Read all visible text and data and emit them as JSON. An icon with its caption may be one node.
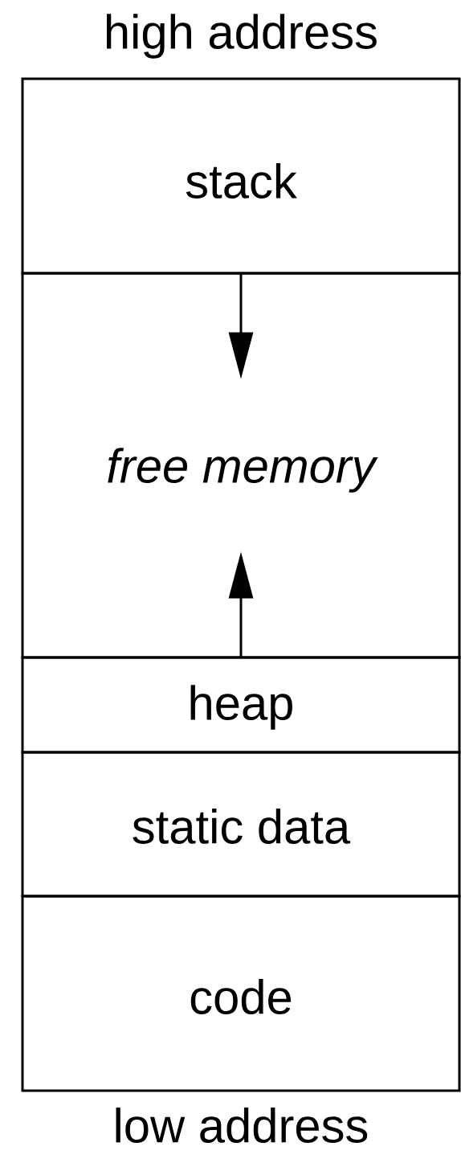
{
  "diagram": {
    "nodes": [
      {
        "text": [
          "stack"
        ]
      },
      {
        "text": [
          "free memory"
        ]
      },
      {
        "text": [
          "heap"
        ]
      },
      {
        "text": [
          "static data"
        ]
      },
      {
        "text": [
          "code"
        ]
      }
    ],
    "edges": [
      {
        "from": 0,
        "to": 1,
        "arrow": "to"
      },
      {
        "from": 2,
        "to": 1,
        "arrow": "to"
      }
    ],
    "labels": [
      "high address",
      "low address"
    ]
  }
}
